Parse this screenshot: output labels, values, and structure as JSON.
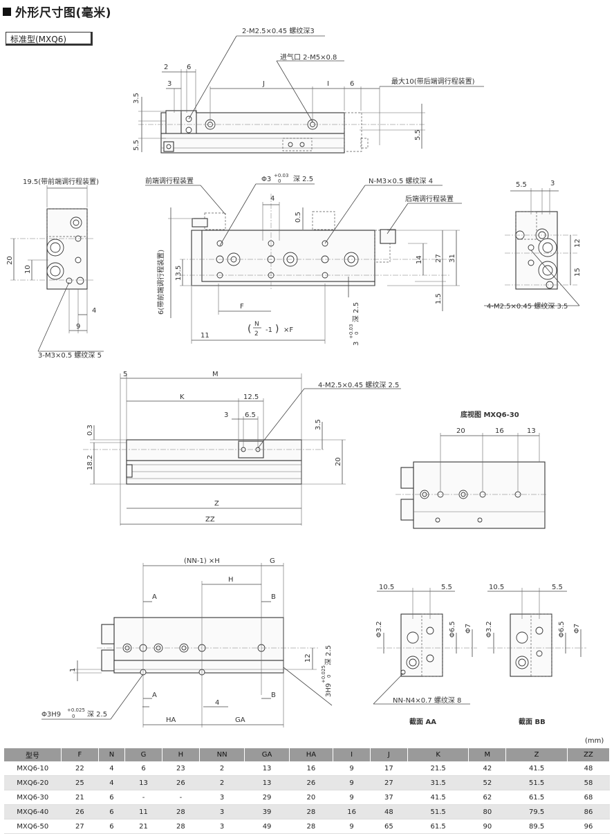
{
  "heading": "外形尺寸图(毫米)",
  "subtitle": "标准型(MXQ6)",
  "unit": "(mm)",
  "top_view": {
    "callout_thread": "2-M2.5×0.45 螺纹深3",
    "callout_inlet": "进气口 2-M5×0.8",
    "callout_max": "最大10(带后端调行程装置)",
    "dims": [
      "2",
      "6",
      "3",
      "J",
      "I",
      "6",
      "3.5",
      "5.5",
      "5.5"
    ]
  },
  "side_view": {
    "callout_front_adj": "19.5(带前端调行程装置)",
    "callout_front_device": "前端调行程装置",
    "callout_phi3": "Φ3",
    "callout_phi3_tol": "+0.03",
    "callout_phi3_tol2": "0",
    "callout_phi3_depth": "深 2.5",
    "callout_nm3": "N-M3×0.5 螺纹深 4",
    "callout_rear_device": "后端调行程装置",
    "callout_vertical": "6(带前端调行程装置)",
    "callout_3m3": "3-M3×0.5 螺纹深 5",
    "callout_bottom_slot": "3",
    "callout_bottom_slot_tol": "+0.03",
    "callout_bottom_slot_tol2": "0",
    "callout_bottom_slot_depth": "深 2.5",
    "formula_n": "N",
    "formula_2": "2",
    "formula_rest": "-1",
    "formula_f": "×F",
    "dims": [
      "20",
      "10",
      "4",
      "9",
      "4",
      "0.5",
      "13.5",
      "F",
      "11",
      "14",
      "27",
      "31",
      "1.5"
    ]
  },
  "end_view": {
    "callout_thread": "4-M2.5×0.45 螺纹深 3.5",
    "dims": [
      "5.5",
      "3",
      "12",
      "15"
    ]
  },
  "front_view": {
    "callout_thread": "4-M2.5×0.45 螺纹深 2.5",
    "dims": [
      "5",
      "M",
      "K",
      "12.5",
      "3",
      "6.5",
      "0.3",
      "18.2",
      "3.5",
      "20",
      "Z",
      "ZZ"
    ]
  },
  "bottom_view": {
    "title": "底视图 MXQ6-30",
    "dims": [
      "20",
      "16",
      "13"
    ]
  },
  "lower_view": {
    "dims": [
      "(NN-1) ×H",
      "G",
      "H",
      "A",
      "B",
      "A",
      "B",
      "1",
      "12",
      "4",
      "HA",
      "GA"
    ],
    "callout_phi3h9": "Φ3H9",
    "callout_phi3h9_tol": "+0.025",
    "callout_phi3h9_tol2": "0",
    "callout_phi3h9_depth": "深 2.5",
    "callout_3h9": "3H9",
    "callout_3h9_tol": "+0.025",
    "callout_3h9_tol2": "0",
    "callout_3h9_depth": "深 2.5"
  },
  "section_aa": {
    "title": "截面 AA",
    "dims": [
      "10.5",
      "5.5",
      "Φ3.2",
      "Φ6.5",
      "Φ7"
    ],
    "callout": "NN-N4×0.7 螺纹深 8"
  },
  "section_bb": {
    "title": "截面 BB",
    "dims": [
      "10.5",
      "5.5",
      "Φ3.2",
      "Φ6.5",
      "Φ7"
    ]
  },
  "table": {
    "headers": [
      "型号",
      "F",
      "N",
      "G",
      "H",
      "NN",
      "GA",
      "HA",
      "I",
      "J",
      "K",
      "M",
      "Z",
      "ZZ"
    ],
    "rows": [
      [
        "MXQ6-10",
        "22",
        "4",
        "6",
        "23",
        "2",
        "13",
        "16",
        "9",
        "17",
        "21.5",
        "42",
        "41.5",
        "48"
      ],
      [
        "MXQ6-20",
        "25",
        "4",
        "13",
        "26",
        "2",
        "13",
        "26",
        "9",
        "27",
        "31.5",
        "52",
        "51.5",
        "58"
      ],
      [
        "MXQ6-30",
        "21",
        "6",
        "-",
        "-",
        "3",
        "29",
        "20",
        "9",
        "37",
        "41.5",
        "62",
        "61.5",
        "68"
      ],
      [
        "MXQ6-40",
        "26",
        "6",
        "11",
        "28",
        "3",
        "39",
        "28",
        "16",
        "48",
        "51.5",
        "80",
        "79.5",
        "86"
      ],
      [
        "MXQ6-50",
        "27",
        "6",
        "21",
        "28",
        "3",
        "49",
        "28",
        "9",
        "65",
        "61.5",
        "90",
        "89.5",
        "96"
      ]
    ]
  }
}
